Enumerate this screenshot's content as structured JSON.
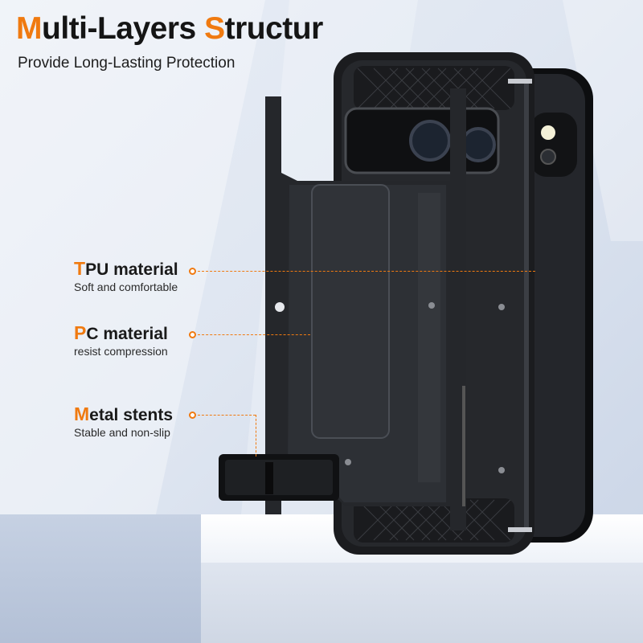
{
  "headline": {
    "first_letter": "M",
    "first_rest": "ulti-Layers ",
    "second_letter": "S",
    "second_rest": "tructur"
  },
  "subheadline": "Provide Long-Lasting Protection",
  "features": [
    {
      "first_letter": "T",
      "rest": "PU material",
      "description": "Soft and comfortable"
    },
    {
      "first_letter": "P",
      "rest": "C material",
      "description": "resist compression"
    },
    {
      "first_letter": "M",
      "rest": "etal stents",
      "description": "Stable and non-slip"
    }
  ],
  "colors": {
    "accent": "#f07a10",
    "text": "#151515",
    "case": "#1d1f23"
  }
}
